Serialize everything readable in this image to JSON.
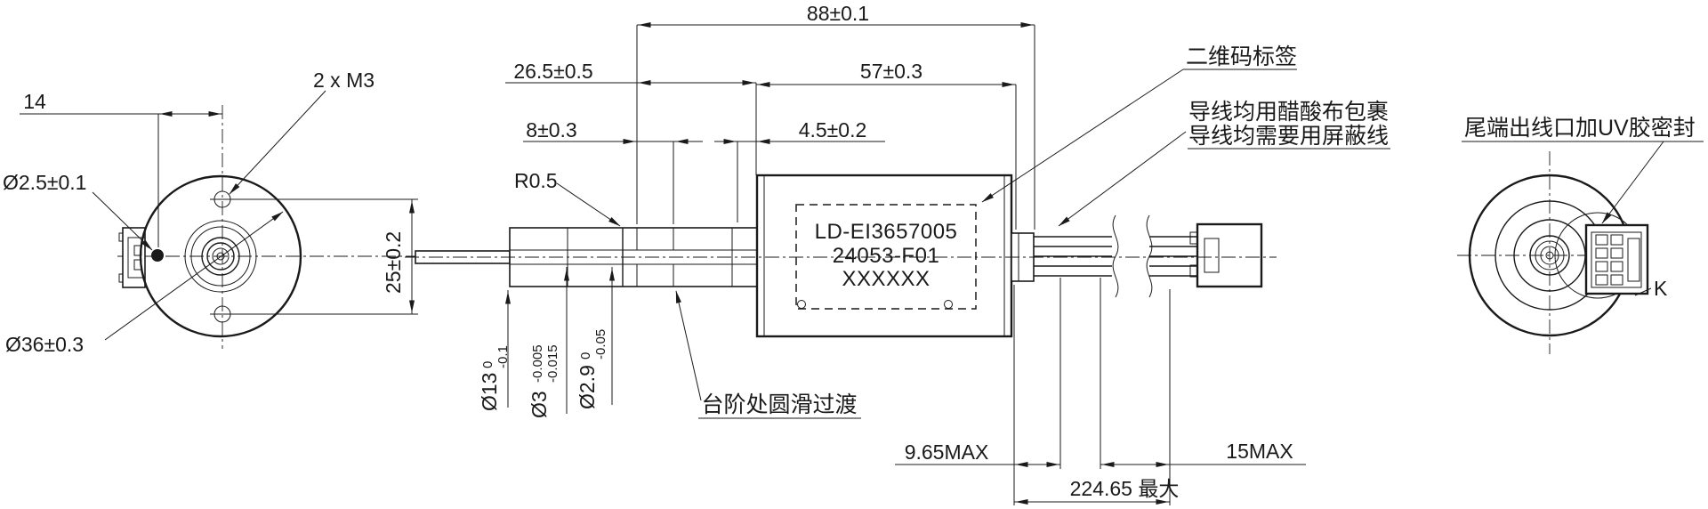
{
  "dwg": {
    "front": {
      "w": "14",
      "thread": "2 x  M3",
      "pin": "Ø2.5±0.1",
      "od": "Ø36±0.3",
      "spacing": "25±0.2"
    },
    "side": {
      "overall": "88±0.1",
      "front_len": "26.5±0.5",
      "body_len": "57±0.3",
      "boss_len": "8±0.3",
      "step_len": "4.5±0.2",
      "fillet": "R0.5",
      "d13": {
        "v": "Ø13",
        "hi": "0",
        "lo": "-0.1"
      },
      "d3": {
        "v": "Ø3",
        "hi": "-0.005",
        "lo": "-0.015"
      },
      "d29": {
        "v": "Ø2.9",
        "hi": "0",
        "lo": "-0.05"
      },
      "label": [
        "LD-EI3657005",
        "24053-F01",
        "XXXXXX"
      ],
      "step_note": "台阶处圆滑过渡",
      "exit_max": "9.65MAX",
      "conn_max": "15MAX",
      "total": "224.65 最大"
    },
    "rear": {
      "k": "K"
    },
    "notes": {
      "qr": "二维码标签",
      "wire1": "导线均用醋酸布包裹",
      "wire2": "导线均需要用屏蔽线",
      "tail": "尾端出线口加UV胶密封"
    },
    "colors": {
      "ink": "#1a1a1a",
      "bg": "#ffffff"
    }
  }
}
